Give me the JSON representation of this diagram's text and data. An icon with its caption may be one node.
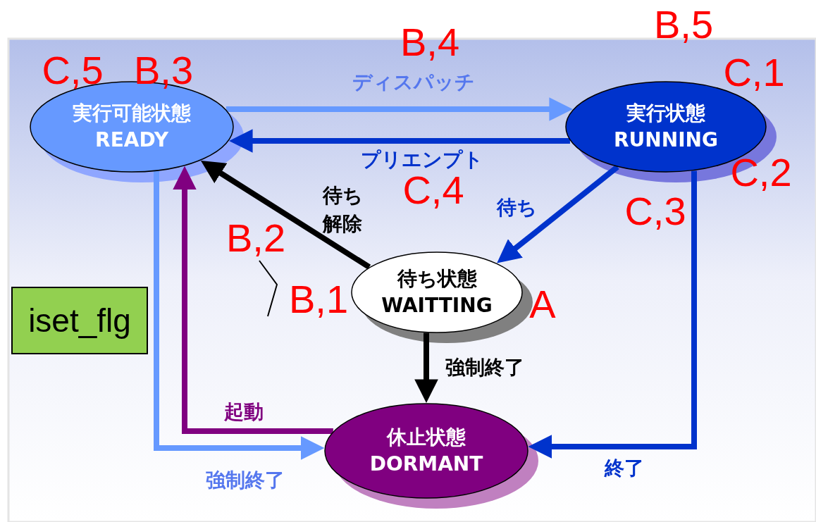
{
  "diagram": {
    "nodes": [
      {
        "text": [
          "実行可能状態",
          "READY"
        ]
      },
      {
        "text": [
          "実行状態",
          "RUNNING"
        ]
      },
      {
        "text": [
          "待ち状態",
          "WAITTING"
        ]
      },
      {
        "text": [
          "休止状態",
          "DORMANT"
        ]
      },
      {
        "text": [
          "iset_flg"
        ]
      }
    ],
    "edges": [
      {
        "from": 0,
        "to": 1,
        "arrow": "to",
        "label": "ディスパッチ",
        "color": "#6699ff"
      },
      {
        "from": 1,
        "to": 0,
        "arrow": "to",
        "label": "プリエンプト",
        "color": "#0033cc"
      },
      {
        "from": 2,
        "to": 0,
        "arrow": "to",
        "label": "待ち解除",
        "color": "#000000"
      },
      {
        "from": 1,
        "to": 2,
        "arrow": "to",
        "label": "待ち",
        "color": "#0033cc"
      },
      {
        "from": 2,
        "to": 3,
        "arrow": "to",
        "label": "強制終了",
        "color": "#000000"
      },
      {
        "from": 3,
        "to": 0,
        "arrow": "to",
        "label": "起動",
        "color": "#800080"
      },
      {
        "from": 0,
        "to": 3,
        "arrow": "to",
        "label": "強制終了",
        "color": "#6699ff"
      },
      {
        "from": 1,
        "to": 3,
        "arrow": "to",
        "label": "終了",
        "color": "#0033cc"
      }
    ],
    "labels": [
      "B,5",
      "B,4",
      "C,5",
      "B,3",
      "C,1",
      "C,2",
      "C,4",
      "C,3",
      "B,2",
      "B,1",
      "A"
    ]
  }
}
